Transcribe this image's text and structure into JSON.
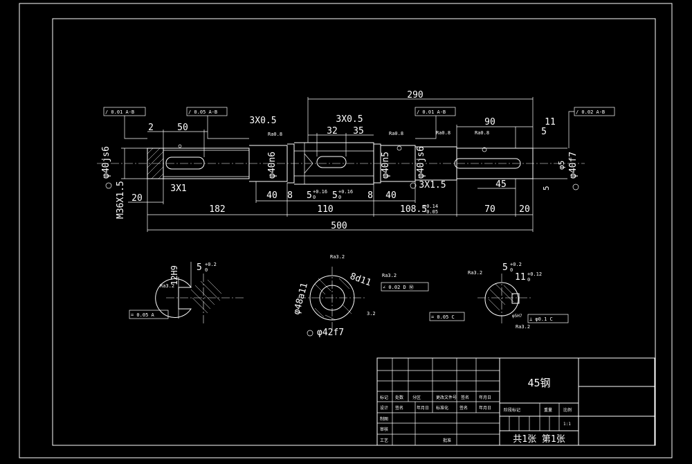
{
  "drawing": {
    "material": "45钢",
    "sheet_info": "共1张 第1张",
    "scale": "1:1",
    "title_block": {
      "row_labels": [
        "标记",
        "处数",
        "分区",
        "更改文件号",
        "签名",
        "年月日"
      ],
      "design_labels": [
        "设计",
        "签名",
        "年月日",
        "标准化",
        "签名",
        "年月日"
      ],
      "left_labels": [
        "制图",
        "审核",
        "工艺"
      ],
      "approve_label": "批准",
      "stage_label": "阶段标记",
      "weight_label": "重量",
      "scale_label": "比例"
    }
  },
  "dimensions": {
    "total_290": "290",
    "total_500": "500",
    "d_182": "182",
    "d_110": "110",
    "d_108": "108.5",
    "d_108_tol_up": "+0.14",
    "d_108_tol_lo": "-0.05",
    "d_70": "70",
    "d_20_right": "20",
    "d_20_left": "20",
    "d_40_a": "40",
    "d_40_b": "40",
    "d_8_a": "8",
    "d_8_b": "8",
    "d_5a": "5",
    "d_5b": "5",
    "tol_016_a": "+0.16",
    "tol_016_b": "+0.16",
    "tol_0": "0",
    "d_2": "2",
    "d_50": "50",
    "d_3x05_a": "3X0.5",
    "d_3x05_b": "3X0.5",
    "d_32": "32",
    "d_35": "35",
    "d_90": "90",
    "d_11": "11",
    "d_5_right": "5",
    "d_45": "45",
    "d_3x1": "3X1",
    "d_3x15": "3X1.5",
    "dia_40js6_left": "φ40js6",
    "dia_m36": "M36X1.5",
    "dia_40n6": "φ40n6",
    "dia_40n5": "φ40n5",
    "dia_40js6_mid": "φ40js6",
    "dia_40f7": "φ40f7",
    "dia_5": "φ5",
    "d_5_vert": "5",
    "ra_08_a": "Ra0.8",
    "ra_08_b": "Ra0.8",
    "ra_08_c": "Ra0.8",
    "ra_08_d": "Ra0.8",
    "tol_box_1": "/ 0.01 A-B",
    "tol_box_2": "/ 0.05 A-B",
    "tol_box_3": "/ 0.01 A-B",
    "tol_box_4": "/ 0.02 A-B"
  },
  "sections": {
    "s1_width": "12H9",
    "s1_depth": "5",
    "s1_depth_tol": "+0.2",
    "s1_ra": "Ra3.2",
    "s1_tol": "= 0.05 A",
    "s2_dia_a": "φ48a11",
    "s2_spline": "8d11",
    "s2_ra": "Ra3.2",
    "s2_dia_b": "φ42f7",
    "s2_tol": "∠ 0.02 D Ⓜ",
    "s2_ra2": "Ra3.2",
    "s2_label": "3.2",
    "s3_depth": "5",
    "s3_depth_tol": "+0.2",
    "s3_width": "11",
    "s3_width_tol": "+0.12",
    "s3_ra": "Ra3.2",
    "s3_ra2": "Ra3.2",
    "s3_tol1": "= 0.05 C",
    "s3_tol2": "⊥ φ0.1 C",
    "s3_label": "φ5H7"
  }
}
